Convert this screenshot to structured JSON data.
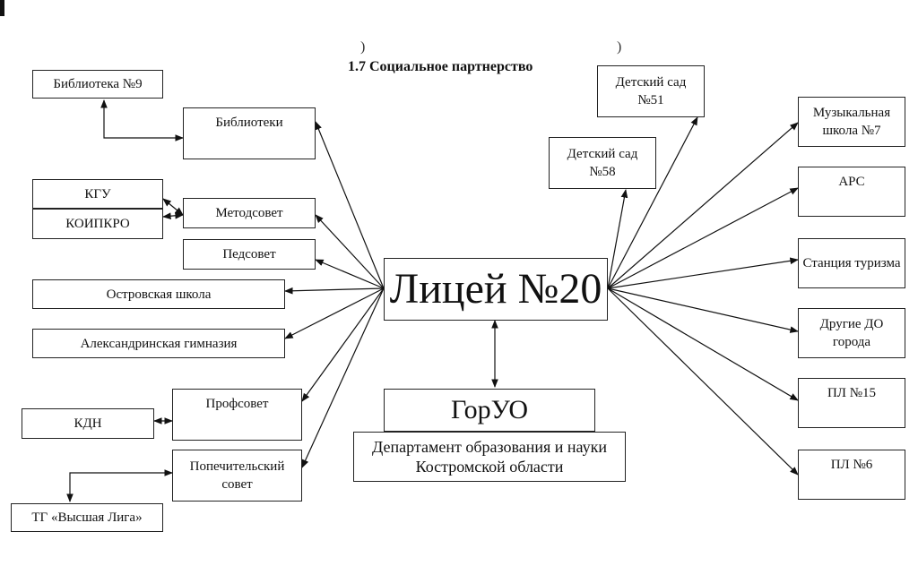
{
  "title": "1.7 Социальное партнерство",
  "center": "Лицей №20",
  "goruo": "ГорУО",
  "department": "Департамент образования и науки Костромской области",
  "nodes": {
    "bib9": "Библиотека №9",
    "libraries": "Библиотеки",
    "kgu": "КГУ",
    "koipkro": "КОИПКРО",
    "metodsovet": "Методсовет",
    "pedsovet": "Педсовет",
    "ostrov": "Островская школа",
    "alex": "Александринская гимназия",
    "profsovet": "Профсовет",
    "kdn": "КДН",
    "popech": "Попечительский совет",
    "tg": "ТГ «Высшая Лига»",
    "ds58": "Детский сад №58",
    "ds51": "Детский сад №51",
    "music": "Музыкальная школа №7",
    "ars": "АРС",
    "tourism": "Станция туризма",
    "otherdo": "Другие ДО города",
    "pl15": "ПЛ №15",
    "pl6": "ПЛ №6"
  }
}
